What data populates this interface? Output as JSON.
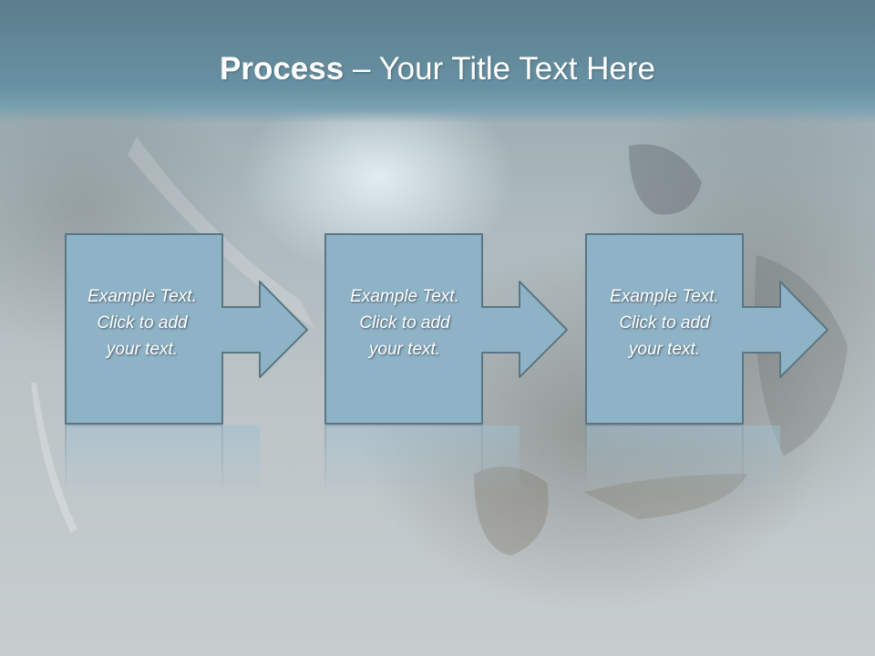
{
  "slide": {
    "title_bold": "Process",
    "title_rest": " – Your Title Text Here"
  },
  "process": {
    "steps": [
      {
        "line1": "Example Text.",
        "line2": "Click  to add",
        "line3": "your text."
      },
      {
        "line1": "Example Text.",
        "line2": "Click  to add",
        "line3": "your text."
      },
      {
        "line1": "Example Text.",
        "line2": "Click  to add",
        "line3": "your text."
      }
    ]
  },
  "colors": {
    "title_bar": "#6791a3",
    "box_fill": "#8fb3c6",
    "box_stroke": "#5a7684",
    "text": "#ffffff"
  }
}
